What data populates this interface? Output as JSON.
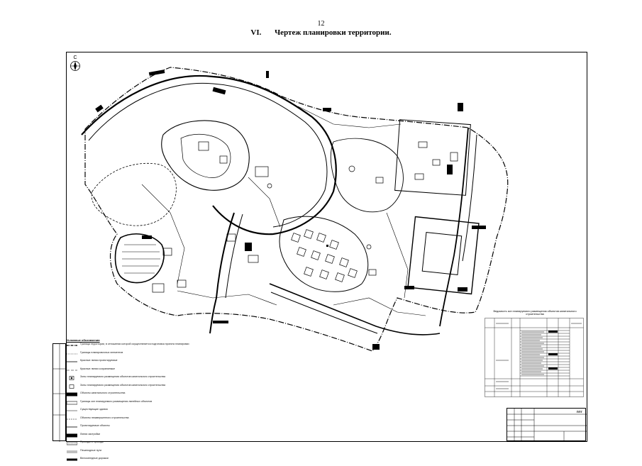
{
  "page": {
    "number": "12",
    "section_number": "VI.",
    "title": "Чертеж планировки территории."
  },
  "compass": {
    "label": "С"
  },
  "legend": {
    "title": "Условные обозначения",
    "items": [
      "Граница территории, в отношении которой осуществляется подготовка проекта планировки",
      "Границы планировочных элементов",
      "Красные линии проектируемые",
      "Красные линии сохраняемые",
      "Зоны планируемого размещения объектов капитального строительства",
      "Зоны планируемого размещения объектов капитального строительства",
      "Объекты капитального строительства",
      "Границы зон планируемого размещения линейных объектов",
      "Существующие здания",
      "Объекты незавершенного строительства",
      "Проектируемые объекты",
      "Линии застройки",
      "Проезды и проходы",
      "Пешеходные пути",
      "Велосипедные дорожки"
    ]
  },
  "ledger": {
    "title": "Ведомость зон планируемого размещения объектов капитального строительства"
  },
  "title_block": {
    "stage": "ППТ"
  },
  "colors": {
    "ink": "#000000",
    "paper": "#ffffff"
  }
}
